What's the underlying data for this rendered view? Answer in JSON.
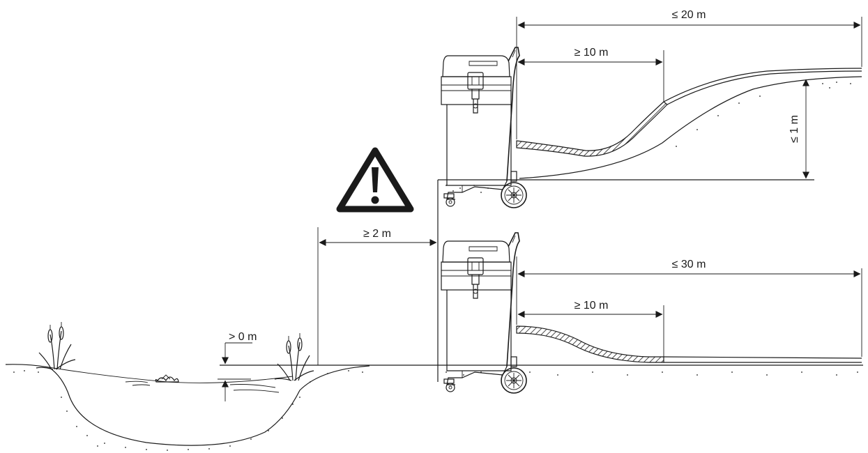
{
  "dimensions": {
    "top_total_length": "≤ 20 m",
    "top_min_length": "≥ 10 m",
    "top_height": "≤ 1 m",
    "distance_to_pond": "≥ 2 m",
    "bottom_total_length": "≤ 30 m",
    "bottom_min_length": "≥ 10 m",
    "water_level": "> 0 m"
  },
  "icons": {
    "warning": "warning-triangle-icon",
    "device": "pump-cart-icon",
    "plant": "reed-plant-icon",
    "flower": "water-lily-icon"
  },
  "colors": {
    "ink": "#1a1a1a",
    "background": "#ffffff"
  }
}
